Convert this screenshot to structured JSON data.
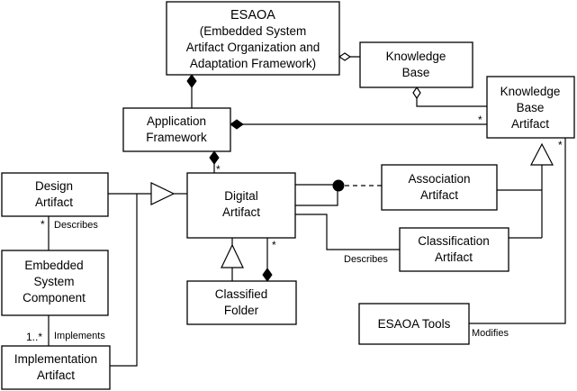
{
  "nodes": {
    "esaoa": {
      "lines": [
        "ESAOA",
        "(Embedded System",
        "Artifact Organization and",
        "Adaptation Framework)"
      ]
    },
    "knowledge_base": {
      "lines": [
        "Knowledge",
        "Base"
      ]
    },
    "kb_artifact": {
      "lines": [
        "Knowledge",
        "Base",
        "Artifact"
      ]
    },
    "app_framework": {
      "lines": [
        "Application",
        "Framework"
      ]
    },
    "design_artifact": {
      "lines": [
        "Design",
        "Artifact"
      ]
    },
    "digital_artifact": {
      "lines": [
        "Digital",
        "Artifact"
      ]
    },
    "association_artifact": {
      "lines": [
        "Association",
        "Artifact"
      ]
    },
    "classification_artifact": {
      "lines": [
        "Classification",
        "Artifact"
      ]
    },
    "embedded_component": {
      "lines": [
        "Embedded",
        "System",
        "Component"
      ]
    },
    "classified_folder": {
      "lines": [
        "Classified",
        "Folder"
      ]
    },
    "esaoa_tools": {
      "lines": [
        "ESAOA Tools"
      ]
    },
    "implementation_artifact": {
      "lines": [
        "Implementation",
        "Artifact"
      ]
    }
  },
  "edge_labels": {
    "describes_design": "Describes",
    "describes_classification": "Describes",
    "implements": "Implements",
    "modifies": "Modifies"
  },
  "multiplicities": {
    "kb_artifact_left": "*",
    "kb_artifact_bottom": "*",
    "digital_top": "*",
    "digital_bottom": "*",
    "design_bottom": "*",
    "implementation_top": "1..*"
  }
}
